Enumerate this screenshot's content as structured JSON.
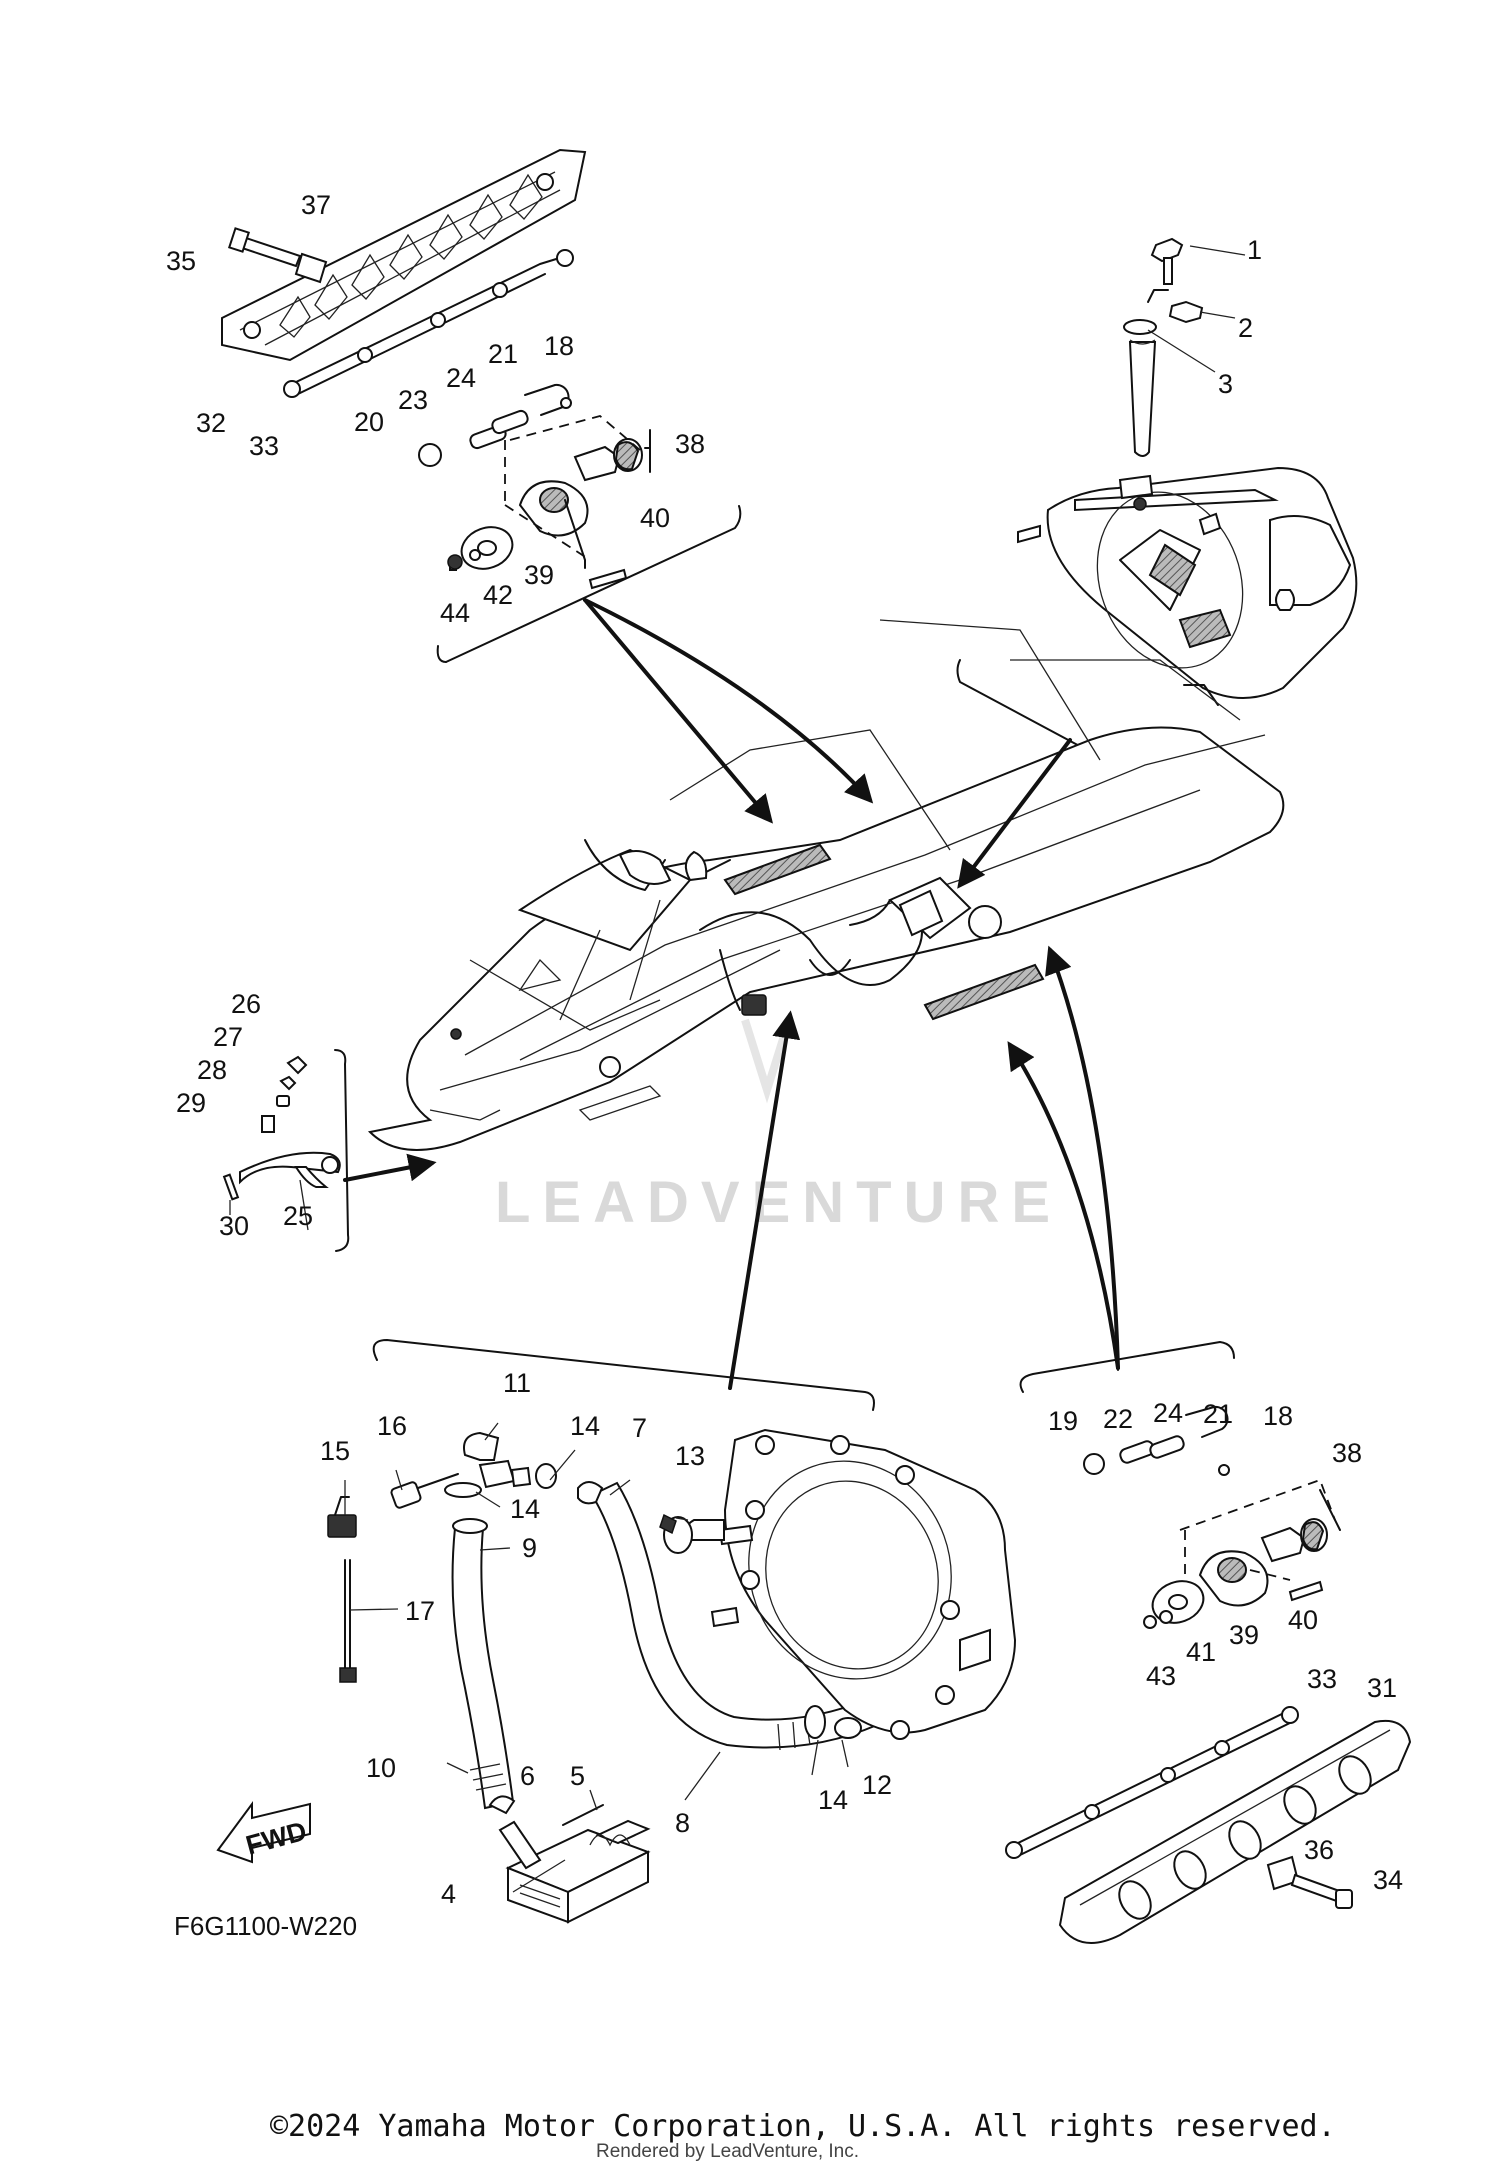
{
  "diagram": {
    "watermark": "LEADVENTURE",
    "fwd_label": "FWD",
    "figure_code": "F6G1100-W220",
    "callouts": [
      {
        "id": "c1",
        "text": "1"
      },
      {
        "id": "c2",
        "text": "2"
      },
      {
        "id": "c3",
        "text": "3"
      },
      {
        "id": "c4",
        "text": "4"
      },
      {
        "id": "c5",
        "text": "5"
      },
      {
        "id": "c6",
        "text": "6"
      },
      {
        "id": "c7",
        "text": "7"
      },
      {
        "id": "c8",
        "text": "8"
      },
      {
        "id": "c9",
        "text": "9"
      },
      {
        "id": "c10",
        "text": "10"
      },
      {
        "id": "c11",
        "text": "11"
      },
      {
        "id": "c12",
        "text": "12"
      },
      {
        "id": "c13",
        "text": "13"
      },
      {
        "id": "c14a",
        "text": "14"
      },
      {
        "id": "c14b",
        "text": "14"
      },
      {
        "id": "c14c",
        "text": "14"
      },
      {
        "id": "c15",
        "text": "15"
      },
      {
        "id": "c16",
        "text": "16"
      },
      {
        "id": "c17",
        "text": "17"
      },
      {
        "id": "c18a",
        "text": "18"
      },
      {
        "id": "c18b",
        "text": "18"
      },
      {
        "id": "c19",
        "text": "19"
      },
      {
        "id": "c20",
        "text": "20"
      },
      {
        "id": "c21a",
        "text": "21"
      },
      {
        "id": "c21b",
        "text": "21"
      },
      {
        "id": "c22",
        "text": "22"
      },
      {
        "id": "c23",
        "text": "23"
      },
      {
        "id": "c24a",
        "text": "24"
      },
      {
        "id": "c24b",
        "text": "24"
      },
      {
        "id": "c25",
        "text": "25"
      },
      {
        "id": "c26",
        "text": "26"
      },
      {
        "id": "c27",
        "text": "27"
      },
      {
        "id": "c28",
        "text": "28"
      },
      {
        "id": "c29",
        "text": "29"
      },
      {
        "id": "c30",
        "text": "30"
      },
      {
        "id": "c31",
        "text": "31"
      },
      {
        "id": "c32",
        "text": "32"
      },
      {
        "id": "c33a",
        "text": "33"
      },
      {
        "id": "c33b",
        "text": "33"
      },
      {
        "id": "c34",
        "text": "34"
      },
      {
        "id": "c35",
        "text": "35"
      },
      {
        "id": "c36",
        "text": "36"
      },
      {
        "id": "c37",
        "text": "37"
      },
      {
        "id": "c38a",
        "text": "38"
      },
      {
        "id": "c38b",
        "text": "38"
      },
      {
        "id": "c39a",
        "text": "39"
      },
      {
        "id": "c39b",
        "text": "39"
      },
      {
        "id": "c40a",
        "text": "40"
      },
      {
        "id": "c40b",
        "text": "40"
      },
      {
        "id": "c41",
        "text": "41"
      },
      {
        "id": "c42",
        "text": "42"
      },
      {
        "id": "c43",
        "text": "43"
      },
      {
        "id": "c44",
        "text": "44"
      }
    ]
  },
  "footer": {
    "copyright": "©2024 Yamaha Motor Corporation, U.S.A. All rights reserved.",
    "rendered_by": "Rendered by LeadVenture, Inc."
  }
}
